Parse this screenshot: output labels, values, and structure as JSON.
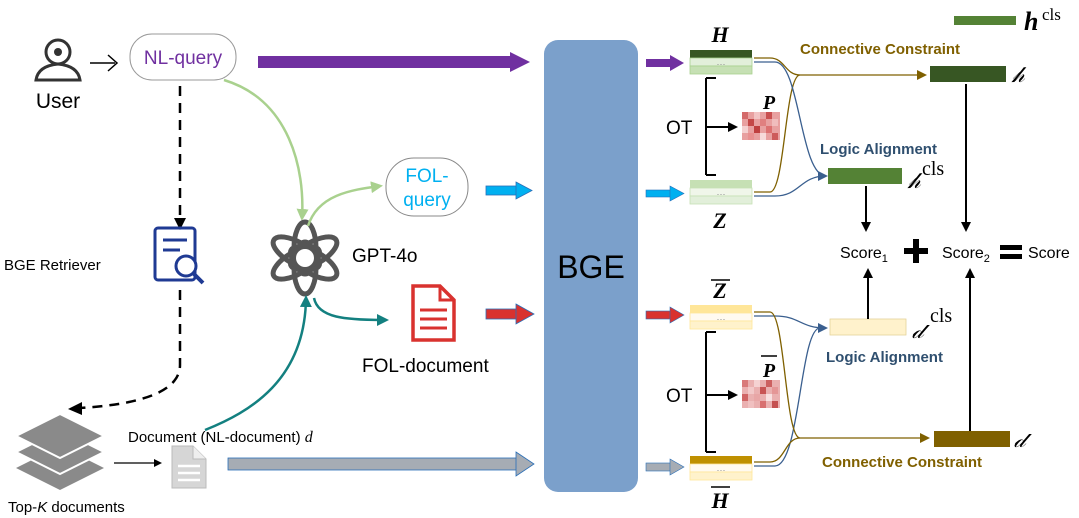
{
  "labels": {
    "user": "User",
    "nl_query": "NL-query",
    "fol_query_line1": "FOL-",
    "fol_query_line2": "query",
    "gpt": "GPT-4o",
    "bge_retriever": "BGE Retriever",
    "fol_document": "FOL-document",
    "top_k_prefix": "Top-",
    "top_k_k": "K",
    "top_k_suffix": " documents",
    "document_text": "Document (NL-document) ",
    "document_var": "d",
    "bge": "BGE",
    "ot_top": "OT",
    "ot_bottom": "OT",
    "H": "H",
    "Z": "Z",
    "Z_bar": "Z",
    "H_bar": "H",
    "P": "P",
    "P_bar": "P",
    "dots": "···",
    "connective_top": "Connective Constraint",
    "connective_bottom": "Connective Constraint",
    "logic_top": "Logic Alignment",
    "logic_bottom": "Logic Alignment",
    "h_script": "𝒽",
    "d_script": "𝒹",
    "cls": "cls",
    "legend_h": "h",
    "legend_cls": "cls",
    "score": "Score",
    "score_sub1": "1",
    "score_sub2": "2",
    "score_final": "Score"
  },
  "colors": {
    "purple": "#7030a0",
    "light_green": "#a9d18e",
    "teal": "#138080",
    "cyan": "#00b0f0",
    "red": "#d9322f",
    "gray": "#a6acb4",
    "bge_blue": "#7ba0cb",
    "dark_green": "#375623",
    "mid_green": "#548235",
    "olive": "#7f6000",
    "gold": "#bf9000",
    "pale_yellow": "#fff2cc",
    "connective_text": "#806000",
    "logic_text": "#2f4f6f",
    "navy": "#1f3a93"
  }
}
